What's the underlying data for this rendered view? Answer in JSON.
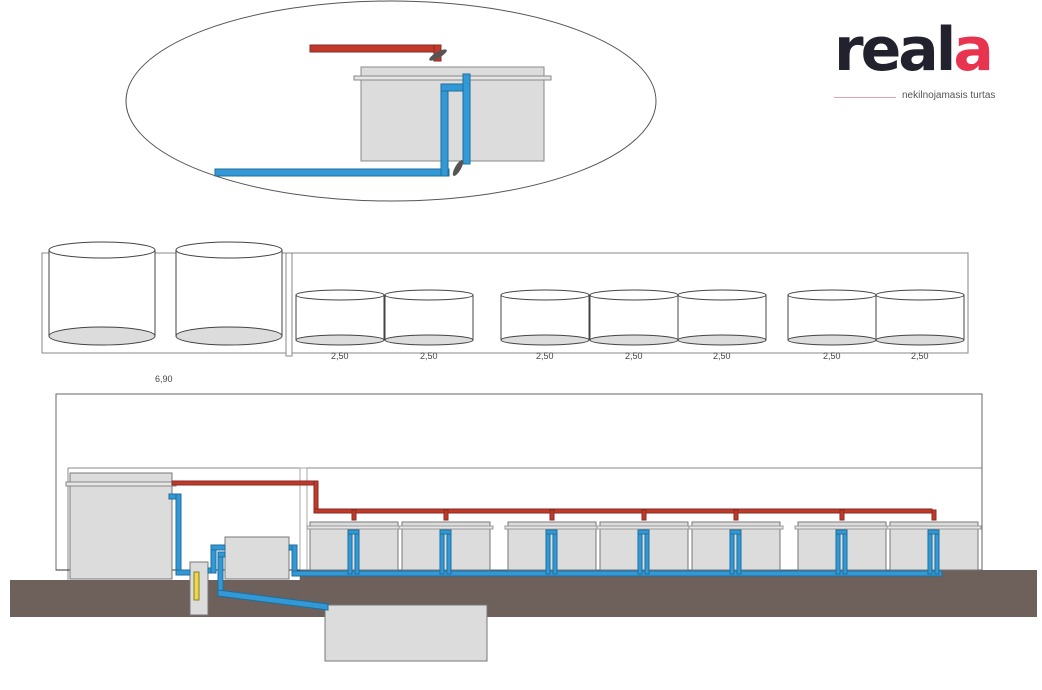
{
  "logo": {
    "word_main": "real",
    "word_accent": "a",
    "tagline": "nekilnojamasis turtas"
  },
  "dimensions": {
    "total_length": "6,90",
    "tank_widths": [
      "2,50",
      "2,50",
      "2,50",
      "2,50",
      "2,50",
      "2,50",
      "2,50"
    ]
  },
  "colors": {
    "hot_pipe": "#c0392b",
    "cold_pipe": "#3399d6",
    "tank": "#dcdcdc",
    "ground": "#6e605b",
    "filter": "#e8d84a"
  }
}
